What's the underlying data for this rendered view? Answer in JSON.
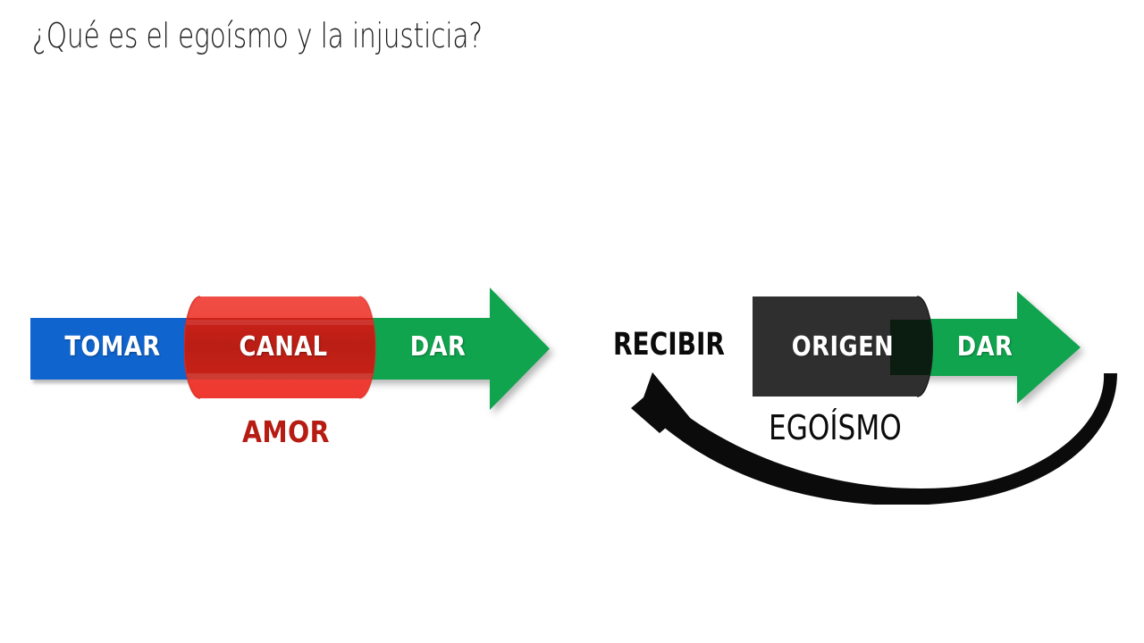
{
  "slide": {
    "title": "¿Qué es el egoísmo y la injusticia?",
    "background_color": "#ffffff"
  },
  "colors": {
    "blue": "#0F64CE",
    "green": "#10A44E",
    "red_light": "#F04139",
    "red_dark": "#C01F18",
    "red_text": "#B71C13",
    "black_box": "#2D2D2D",
    "black": "#0B0B0B",
    "white": "#FFFFFF"
  },
  "diagrams": [
    {
      "id": "amor",
      "caption": "AMOR",
      "caption_color": "#B71C13",
      "segments": [
        {
          "label": "TOMAR",
          "role": "input",
          "color": "#0F64CE",
          "shape": "bar"
        },
        {
          "label": "CANAL",
          "role": "channel",
          "color": "#C01F18",
          "shape": "cylinder"
        },
        {
          "label": "DAR",
          "role": "output",
          "color": "#10A44E",
          "shape": "arrow"
        }
      ],
      "feedback": false
    },
    {
      "id": "egoismo",
      "caption": "EGOÍSMO",
      "caption_color": "#0B0B0B",
      "side_label": "RECIBIR",
      "segments": [
        {
          "label": "ORIGEN",
          "role": "source",
          "color": "#2D2D2D",
          "shape": "cylinder"
        },
        {
          "label": "DAR",
          "role": "output",
          "color": "#10A44E",
          "shape": "arrow"
        }
      ],
      "feedback": true,
      "feedback_direction": "right-to-left-curved-up"
    }
  ]
}
